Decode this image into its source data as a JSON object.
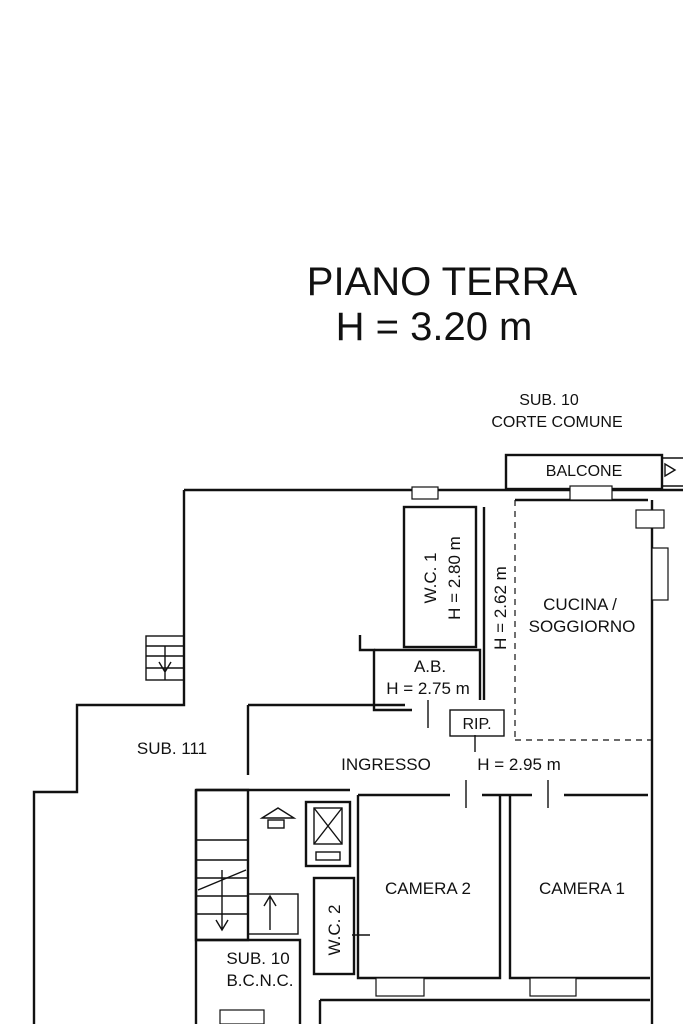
{
  "title": {
    "floor": "PIANO TERRA",
    "height": "H = 3.20 m"
  },
  "labels": {
    "sub10_top": "SUB. 10",
    "corte_comune": "CORTE COMUNE",
    "balcone": "BALCONE",
    "wc1": "W.C. 1",
    "wc1_height": "H = 2.80 m",
    "corridor_height": "H = 2.62 m",
    "cucina": "CUCINA /",
    "soggiorno": "SOGGIORNO",
    "ab": "A.B.",
    "ab_height": "H = 2.75 m",
    "rip": "RIP.",
    "sub111": "SUB. 111",
    "ingresso": "INGRESSO",
    "ingresso_height": "H = 2.95 m",
    "camera2": "CAMERA 2",
    "camera1": "CAMERA 1",
    "wc2": "W.C. 2",
    "sub10_bottom": "SUB. 10",
    "bcnc": "B.C.N.C."
  },
  "colors": {
    "line": "#111111",
    "paper": "#ffffff"
  }
}
